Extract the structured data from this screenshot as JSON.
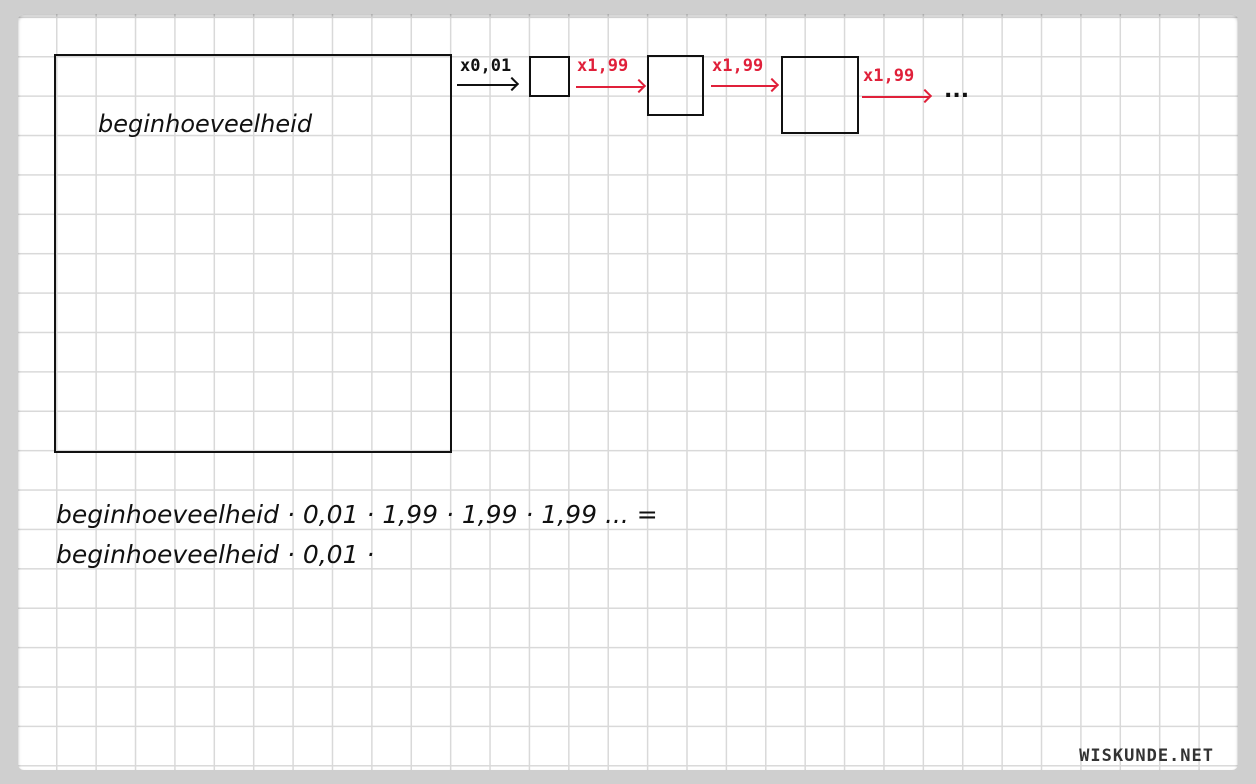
{
  "diagram": {
    "big_square_label": "beginhoeveelheid",
    "first_factor": "x0,01",
    "growth_factors": [
      "x1,99",
      "x1,99",
      "x1,99"
    ],
    "ellipsis": "...",
    "equation_line1": "beginhoeveelheid · 0,01 · 1,99 · 1,99 · 1,99 ... =",
    "equation_line2": "beginhoeveelheid · 0,01 ·"
  },
  "colors": {
    "accent": "#e0203a",
    "ink": "#111111"
  },
  "watermark": "WISKUNDE.NET"
}
